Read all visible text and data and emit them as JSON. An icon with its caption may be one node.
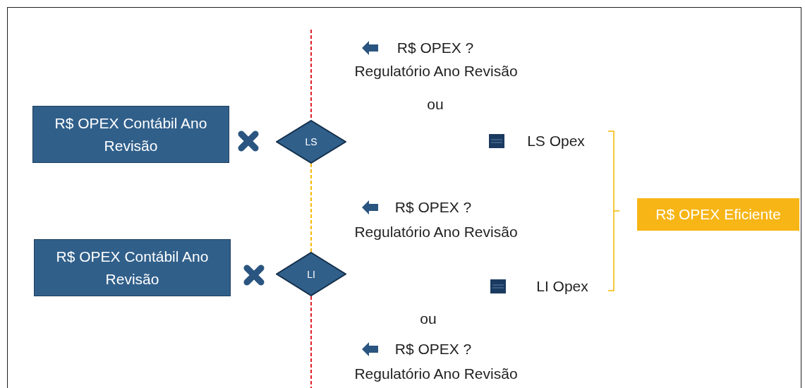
{
  "diagram": {
    "nodes": [
      {
        "text": [
          "R$ OPEX Contábil Ano Revisão"
        ]
      },
      {
        "text": [
          "LS"
        ]
      },
      {
        "text": [
          "R$ OPEX Contábil Ano Revisão"
        ]
      },
      {
        "text": [
          "LI"
        ]
      },
      {
        "text": [
          "R$ OPEX Eficiente"
        ]
      }
    ],
    "edges": [
      {
        "from": null,
        "to": 1,
        "arrow": "none",
        "style": "dashed"
      },
      {
        "from": 1,
        "to": 3,
        "arrow": "none",
        "style": "dashed",
        "color": "#f5b800"
      },
      {
        "from": 3,
        "to": null,
        "arrow": "none",
        "style": "dashed"
      }
    ],
    "labels": [
      "R$ OPEX ?",
      "Regulatório Ano Revisão",
      "ou",
      "LS Opex",
      "R$ OPEX ?",
      "Regulatório Ano Revisão",
      "LI Opex",
      "ou",
      "R$ OPEX ?",
      "Regulatório Ano Revisão"
    ]
  }
}
